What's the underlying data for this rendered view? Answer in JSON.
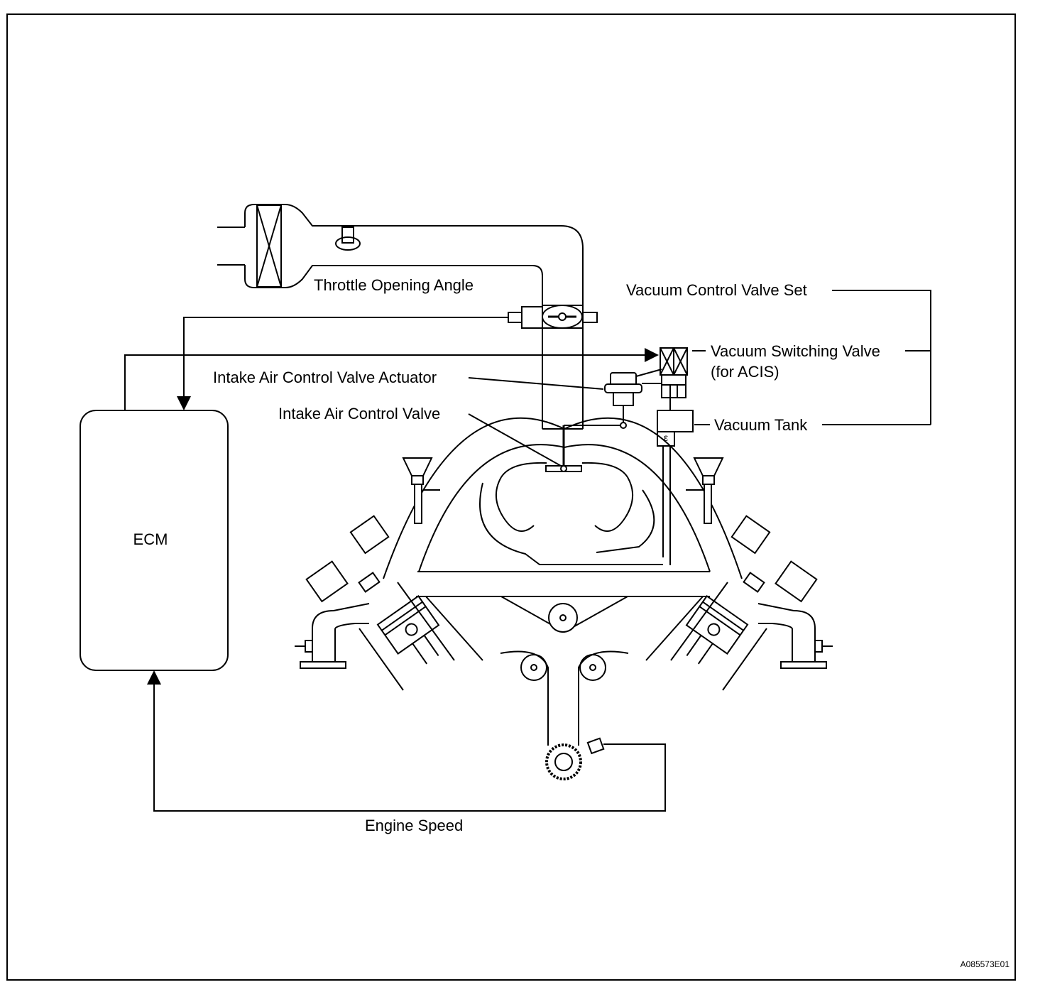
{
  "figure": {
    "ecm": "ECM",
    "labels": {
      "throttle_opening_angle": "Throttle Opening Angle",
      "vacuum_control_valve_set": "Vacuum Control Valve Set",
      "vacuum_switching_valve": "Vacuum Switching Valve",
      "vacuum_switching_valve_sub": "(for ACIS)",
      "intake_air_control_valve_actuator": "Intake Air Control Valve Actuator",
      "intake_air_control_valve": "Intake Air Control Valve",
      "vacuum_tank": "Vacuum Tank",
      "engine_speed": "Engine Speed"
    },
    "figure_code": "A085573E01"
  }
}
